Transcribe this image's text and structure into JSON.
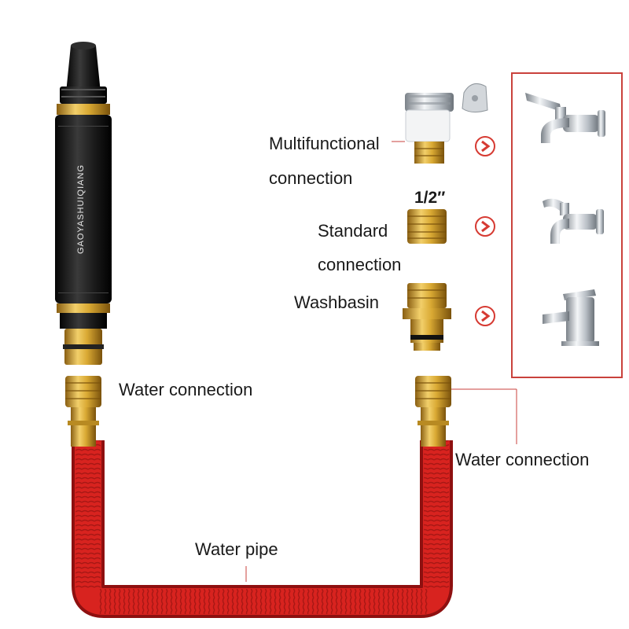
{
  "nozzle": {
    "brand_text": "GAOYASHUIQIANG"
  },
  "labels": {
    "multifunctional_line1": "Multifunctional",
    "multifunctional_line2": "connection",
    "size": "1/2″",
    "standard_line1": "Standard",
    "standard_line2": "connection",
    "washbasin": "Washbasin",
    "water_connection_left": "Water connection",
    "water_connection_right": "Water connection",
    "water_pipe": "Water pipe"
  },
  "colors": {
    "hose_red": "#d8231f",
    "hose_dark": "#8e1010",
    "brass": "#d9a933",
    "brass_dark": "#8a5f12",
    "nozzle_black": "#1c1c1c",
    "frame_red": "#c9423c",
    "arrow_red": "#d63a32",
    "chrome": "#c9ced4"
  },
  "icons": [
    "arrow-right-icon",
    "faucet-icon",
    "basin-faucet-icon"
  ]
}
